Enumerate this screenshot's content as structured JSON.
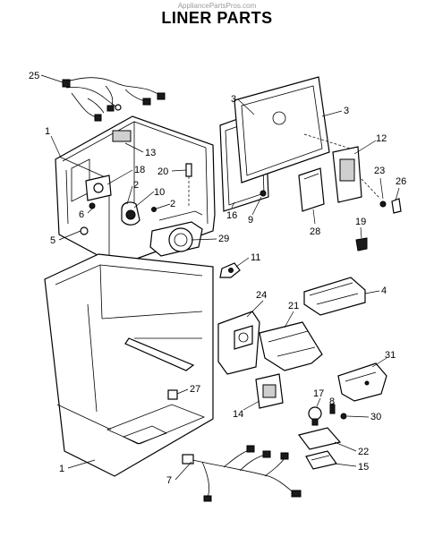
{
  "watermark": "AppliancePartsPros.com",
  "title": "LINER PARTS",
  "callouts": [
    {
      "id": "c25",
      "label": "25"
    },
    {
      "id": "c1a",
      "label": "1"
    },
    {
      "id": "c13",
      "label": "13"
    },
    {
      "id": "c18",
      "label": "18"
    },
    {
      "id": "c20",
      "label": "20"
    },
    {
      "id": "c2a",
      "label": "2"
    },
    {
      "id": "c10",
      "label": "10"
    },
    {
      "id": "c6",
      "label": "6"
    },
    {
      "id": "c2b",
      "label": "2"
    },
    {
      "id": "c5",
      "label": "5"
    },
    {
      "id": "c29",
      "label": "29"
    },
    {
      "id": "c11",
      "label": "11"
    },
    {
      "id": "c3a",
      "label": "3"
    },
    {
      "id": "c3b",
      "label": "3"
    },
    {
      "id": "c12",
      "label": "12"
    },
    {
      "id": "c23",
      "label": "23"
    },
    {
      "id": "c26",
      "label": "26"
    },
    {
      "id": "c16",
      "label": "16"
    },
    {
      "id": "c9",
      "label": "9"
    },
    {
      "id": "c28",
      "label": "28"
    },
    {
      "id": "c19",
      "label": "19"
    },
    {
      "id": "c4",
      "label": "4"
    },
    {
      "id": "c24",
      "label": "24"
    },
    {
      "id": "c21",
      "label": "21"
    },
    {
      "id": "c31",
      "label": "31"
    },
    {
      "id": "c27",
      "label": "27"
    },
    {
      "id": "c14",
      "label": "14"
    },
    {
      "id": "c17",
      "label": "17"
    },
    {
      "id": "c8",
      "label": "8"
    },
    {
      "id": "c30",
      "label": "30"
    },
    {
      "id": "c22",
      "label": "22"
    },
    {
      "id": "c1b",
      "label": "1"
    },
    {
      "id": "c15",
      "label": "15"
    },
    {
      "id": "c7",
      "label": "7"
    }
  ]
}
